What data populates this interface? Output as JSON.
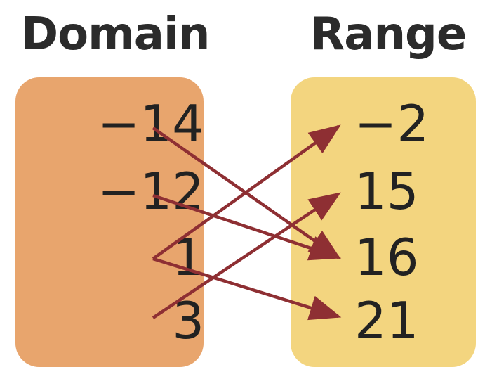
{
  "diagram": {
    "domain_title": "Domain",
    "range_title": "Range",
    "domain_color": "#e8a56d",
    "range_color": "#f3d57f",
    "arrow_color": "#8e2f33",
    "domain": [
      "−14",
      "−12",
      "1",
      "3"
    ],
    "range": [
      "−2",
      "15",
      "16",
      "21"
    ],
    "mappings": [
      {
        "from": "−14",
        "to": "16"
      },
      {
        "from": "−12",
        "to": "16"
      },
      {
        "from": "1",
        "to": "−2"
      },
      {
        "from": "1",
        "to": "21"
      },
      {
        "from": "3",
        "to": "15"
      }
    ]
  }
}
